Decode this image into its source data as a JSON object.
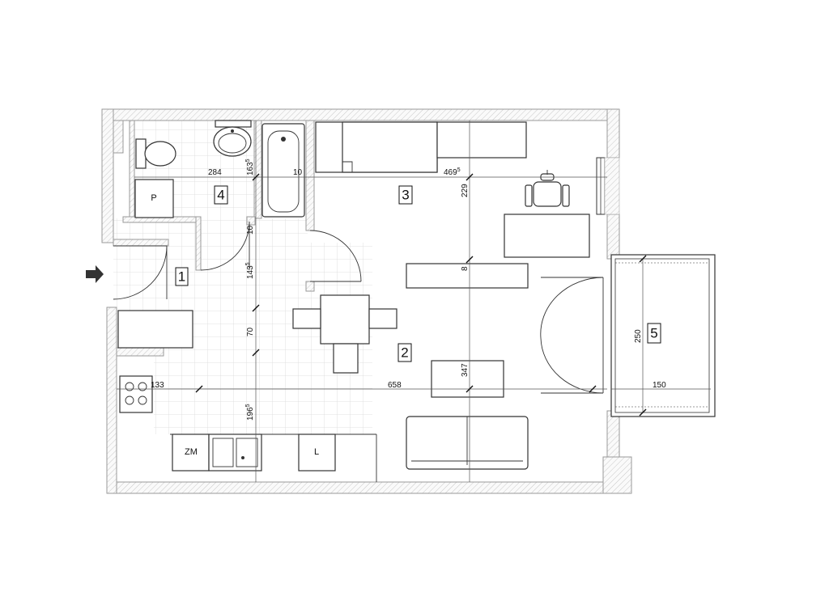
{
  "rooms": [
    {
      "id": "1"
    },
    {
      "id": "2"
    },
    {
      "id": "3"
    },
    {
      "id": "4"
    },
    {
      "id": "5"
    }
  ],
  "dimensions": {
    "bath_width": {
      "main": "284"
    },
    "bath_depth": {
      "main": "163",
      "sup": "5"
    },
    "gap_10a": {
      "main": "10"
    },
    "room3_width": {
      "main": "469",
      "sup": "5"
    },
    "room3_depth": {
      "main": "229"
    },
    "gap_10b": {
      "main": "10"
    },
    "hall_143": {
      "main": "143",
      "sup": "5"
    },
    "gap_8": {
      "main": "8"
    },
    "hall_70": {
      "main": "70"
    },
    "kitchen_133": {
      "main": "133"
    },
    "living_658": {
      "main": "658"
    },
    "living_347": {
      "main": "347"
    },
    "kitchen_196": {
      "main": "196",
      "sup": "5"
    },
    "balcony_250": {
      "main": "250"
    },
    "balcony_150": {
      "main": "150"
    }
  },
  "fixtures": {
    "p_label": "P",
    "zm_label": "ZM",
    "l_label": "L"
  },
  "icons": {
    "entrance": "entrance-arrow-icon"
  }
}
